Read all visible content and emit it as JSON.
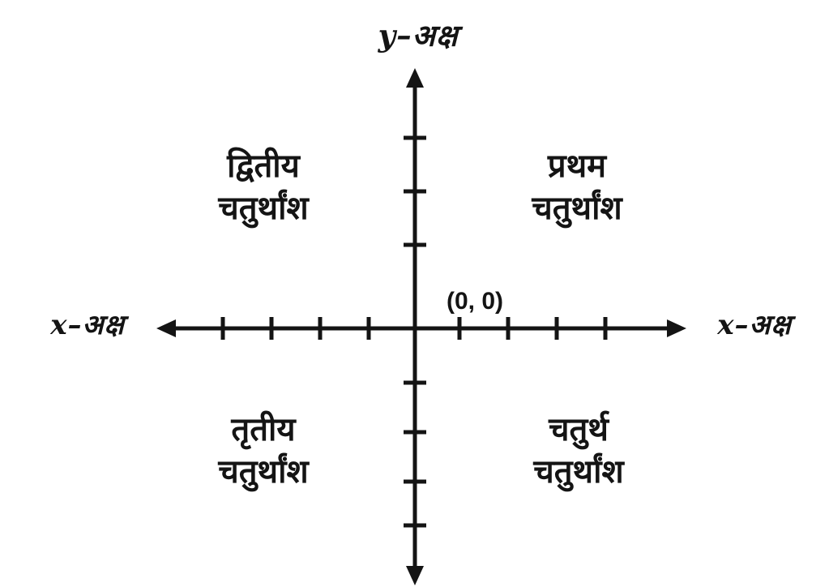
{
  "diagram": {
    "title": "Cartesian coordinate plane with Hindi quadrant labels",
    "y_axis_label": "y–अक्ष",
    "x_axis_label_left": "x–अक्ष",
    "x_axis_label_right": "x–अक्ष",
    "origin_label": "(0, 0)",
    "quadrants": {
      "first": {
        "line1": "प्रथम",
        "line2": "चतुर्थांश"
      },
      "second": {
        "line1": "द्वितीय",
        "line2": "चतुर्थांश"
      },
      "third": {
        "line1": "तृतीय",
        "line2": "चतुर्थांश"
      },
      "fourth": {
        "line1": "चतुर्थ",
        "line2": "चतुर्थांश"
      }
    },
    "colors": {
      "axis": "#141414",
      "background": "#ffffff",
      "text": "#141414"
    }
  }
}
